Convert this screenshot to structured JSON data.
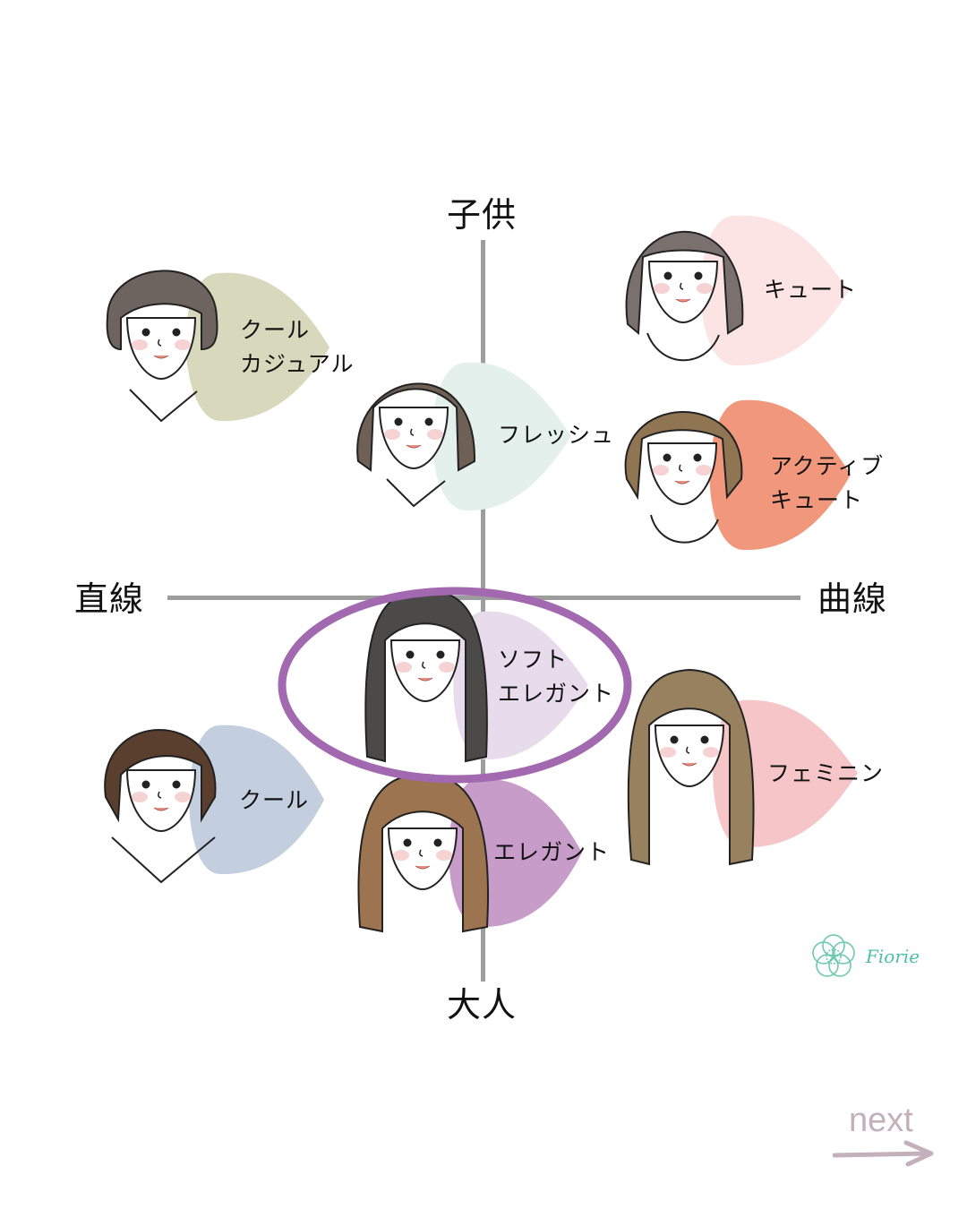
{
  "axes": {
    "top": "子供",
    "bottom": "大人",
    "left": "直線",
    "right": "曲線"
  },
  "types": [
    {
      "id": "cool-casual",
      "lines": [
        "クール",
        "カジュアル"
      ],
      "color": "#d8d8bc",
      "hair": "#6d6460",
      "quadrant": "top-left"
    },
    {
      "id": "fresh",
      "lines": [
        "フレッシュ"
      ],
      "color": "#e4f0ec",
      "hair": "#6e6055",
      "quadrant": "top-center"
    },
    {
      "id": "cute",
      "lines": [
        "キュート"
      ],
      "color": "#fce4e4",
      "hair": "#7a716e",
      "quadrant": "top-right"
    },
    {
      "id": "active-cute",
      "lines": [
        "アクティブ",
        "キュート"
      ],
      "color": "#f0977c",
      "hair": "#8f7552",
      "quadrant": "top-right"
    },
    {
      "id": "soft-elegant",
      "lines": [
        "ソフト",
        "エレガント"
      ],
      "color": "#e8dcec",
      "hair": "#4c4a48",
      "quadrant": "bottom-center",
      "highlighted": true
    },
    {
      "id": "cool",
      "lines": [
        "クール"
      ],
      "color": "#c3cede",
      "hair": "#5a3f2e",
      "quadrant": "bottom-left"
    },
    {
      "id": "elegant",
      "lines": [
        "エレガント"
      ],
      "color": "#c79cc9",
      "hair": "#9c7550",
      "quadrant": "bottom-center"
    },
    {
      "id": "feminine",
      "lines": [
        "フェミニン"
      ],
      "color": "#f6c5c7",
      "hair": "#97815f",
      "quadrant": "bottom-right"
    }
  ],
  "highlight": {
    "color": "#a269b0",
    "target": "soft-elegant"
  },
  "logo": {
    "text": "Fiorie",
    "color": "#4fc0a8"
  },
  "nav": {
    "next_label": "next",
    "arrow": "→",
    "color": "#c4b0bb"
  }
}
